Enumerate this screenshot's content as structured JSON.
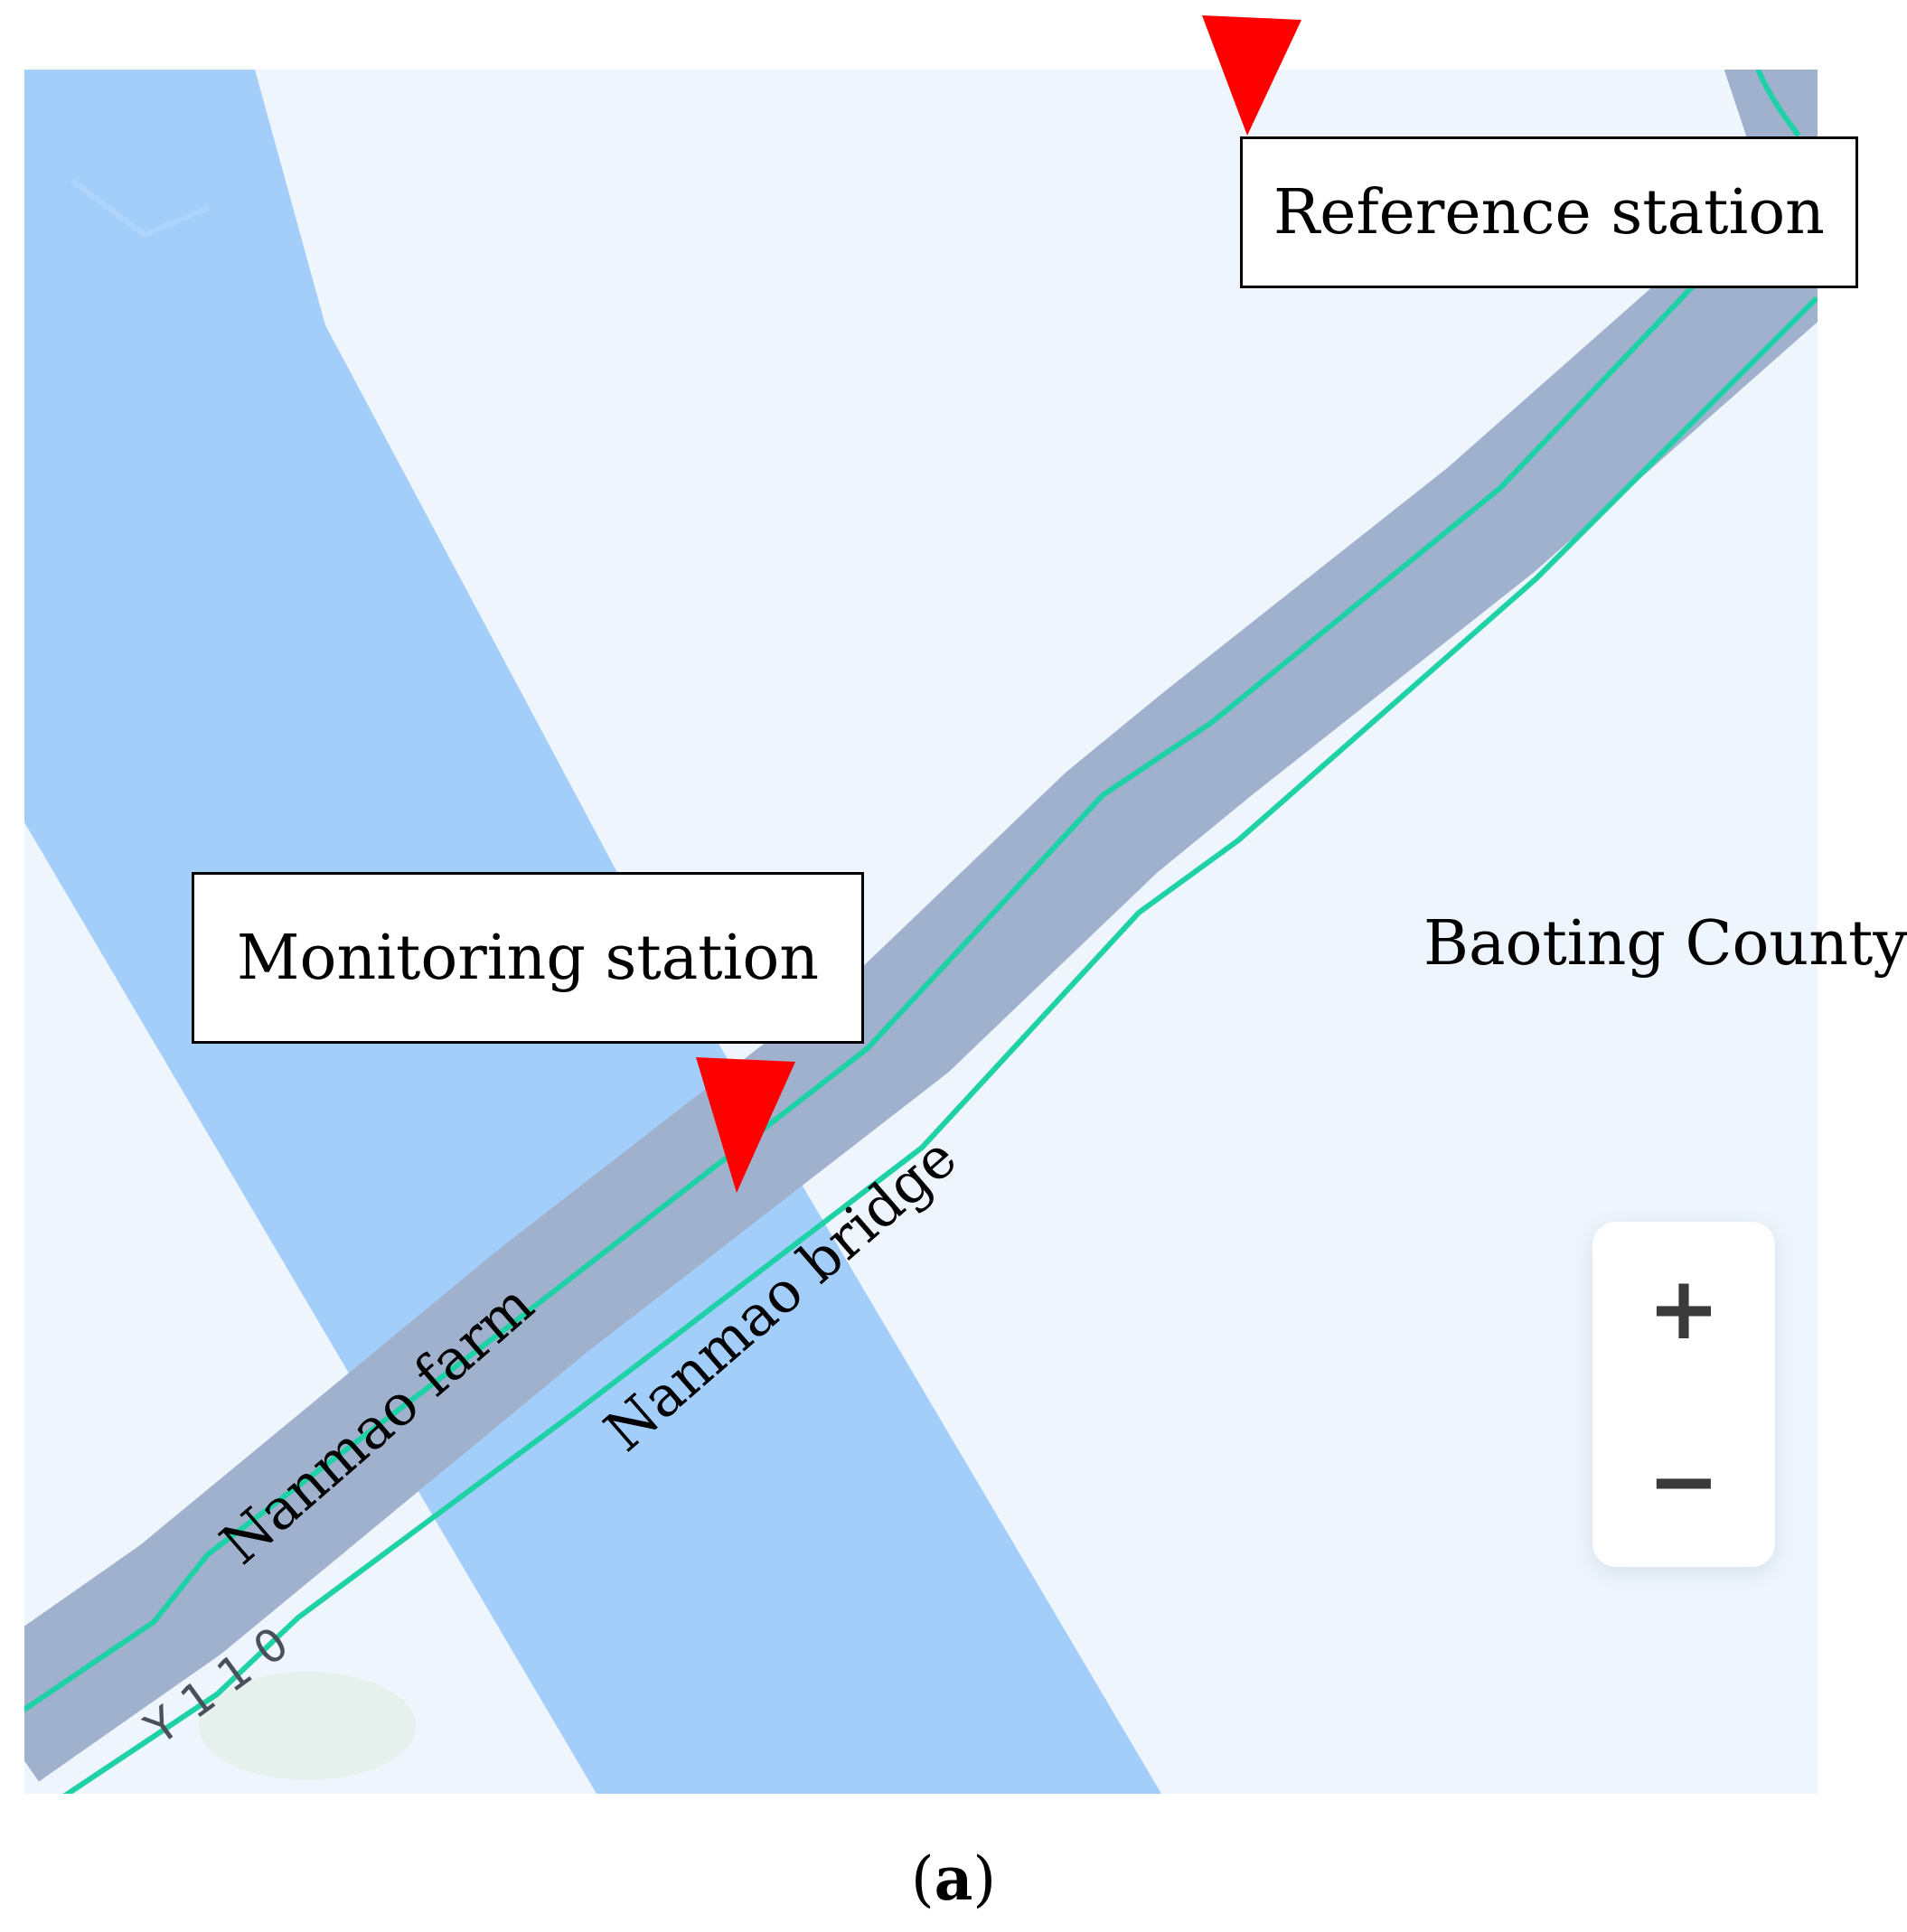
{
  "map": {
    "labels": {
      "reference_station": "Reference station",
      "monitoring_station": "Monitoring station",
      "county": "Baoting County",
      "farm": "Nanmao farm",
      "bridge": "Nanmao bridge",
      "road_code": "Y110"
    },
    "controls": {
      "zoom_in": "+",
      "zoom_out": "−"
    },
    "colors": {
      "land": "#eef5fc",
      "river": "#a4cefa",
      "road": "#9fb1cc",
      "road_line": "#1fd1a6",
      "marker": "#ff0000"
    }
  },
  "caption": {
    "open": "(",
    "letter": "a",
    "close": ")"
  }
}
